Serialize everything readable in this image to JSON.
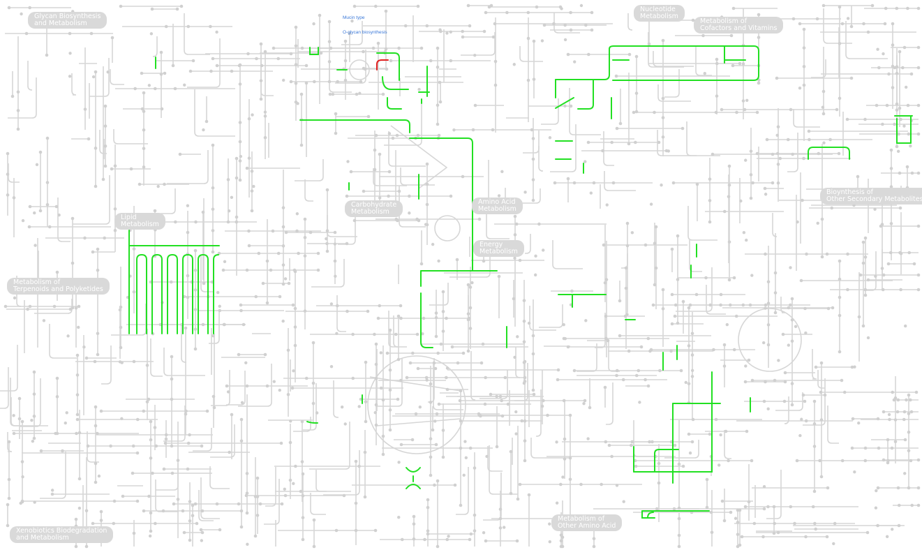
{
  "map": {
    "categories": [
      "Glycan Biosynthesis\nand Metabolism",
      "Nucleotide\nMetabolism",
      "Metabolism of\nCofactors and Vitamins",
      "Bioynthesis of\nOther Secondary Metabolites",
      "Carbohydrate\nMetabolism",
      "Amino Acid\nMetabolism",
      "Energy\nMetabolism",
      "Lipid\nMetabolism",
      "Metabolism of\nTerpenoids and Polyketides",
      "Metabolism of\nOther Amino Acid",
      "Xenobiotics Biodegradation\nand Metabolism"
    ],
    "tooltip": {
      "line1": "Mucin type",
      "line2": "O-glycan biosynthesis"
    },
    "colors": {
      "background": "#ffffff",
      "pathway": "#d6d6d6",
      "node": "#d0d0d0",
      "category_pill": "#d9d9d9",
      "highlight": "#22e022",
      "selected": "#e02020",
      "tooltip_text": "#3a78d8"
    }
  }
}
